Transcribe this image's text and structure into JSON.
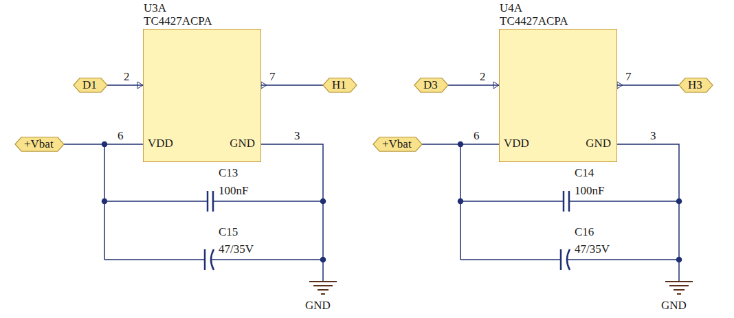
{
  "diagram": {
    "nodes": [
      {
        "text": [
          "U3A",
          "TC4427ACPA",
          "VDD",
          "GND"
        ]
      },
      {
        "text": [
          "D1"
        ]
      },
      {
        "text": [
          "H1"
        ]
      },
      {
        "text": [
          "+Vbat"
        ]
      },
      {
        "text": [
          "U4A",
          "TC4427ACPA",
          "VDD",
          "GND"
        ]
      },
      {
        "text": [
          "D3"
        ]
      },
      {
        "text": [
          "H3"
        ]
      },
      {
        "text": [
          "+Vbat"
        ]
      }
    ],
    "edges": [
      {
        "from": 1,
        "to": 0,
        "arrow": "none"
      },
      {
        "from": 0,
        "to": 2,
        "arrow": "none"
      },
      {
        "from": 3,
        "to": 0,
        "arrow": "none"
      },
      {
        "from": 5,
        "to": 4,
        "arrow": "none"
      },
      {
        "from": 4,
        "to": 6,
        "arrow": "none"
      },
      {
        "from": 7,
        "to": 4,
        "arrow": "none"
      }
    ],
    "labels": [
      "2",
      "7",
      "6",
      "3",
      "C13",
      "100nF",
      "C15",
      "47/35V",
      "GND",
      "2",
      "7",
      "6",
      "3",
      "C14",
      "100nF",
      "C16",
      "47/35V",
      "GND"
    ]
  }
}
